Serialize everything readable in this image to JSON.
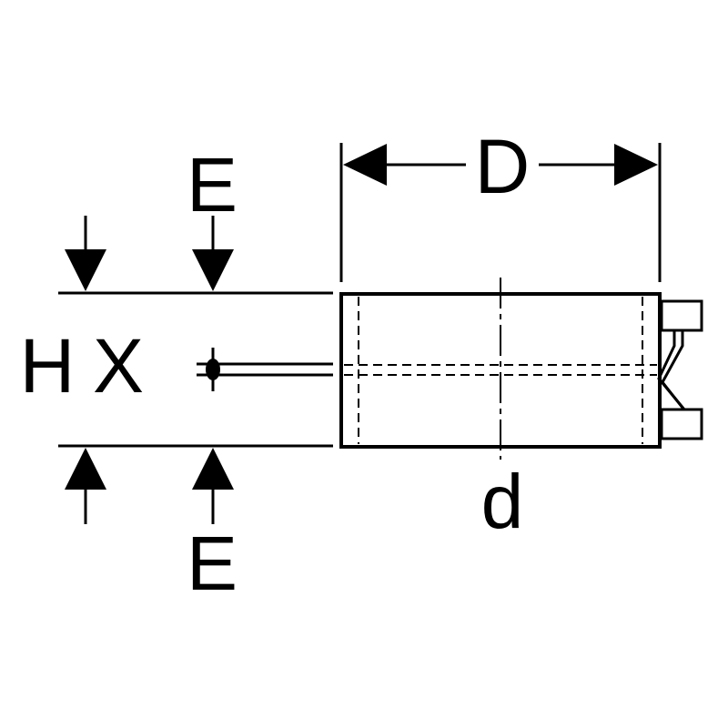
{
  "diagram": {
    "labels": {
      "dimension_width": "D",
      "dimension_diameter": "d",
      "dimension_height": "H",
      "axis_marker": "X",
      "edge_top": "E",
      "edge_bottom": "E"
    }
  },
  "colors": {
    "ink": "#000000",
    "background": "#ffffff"
  }
}
